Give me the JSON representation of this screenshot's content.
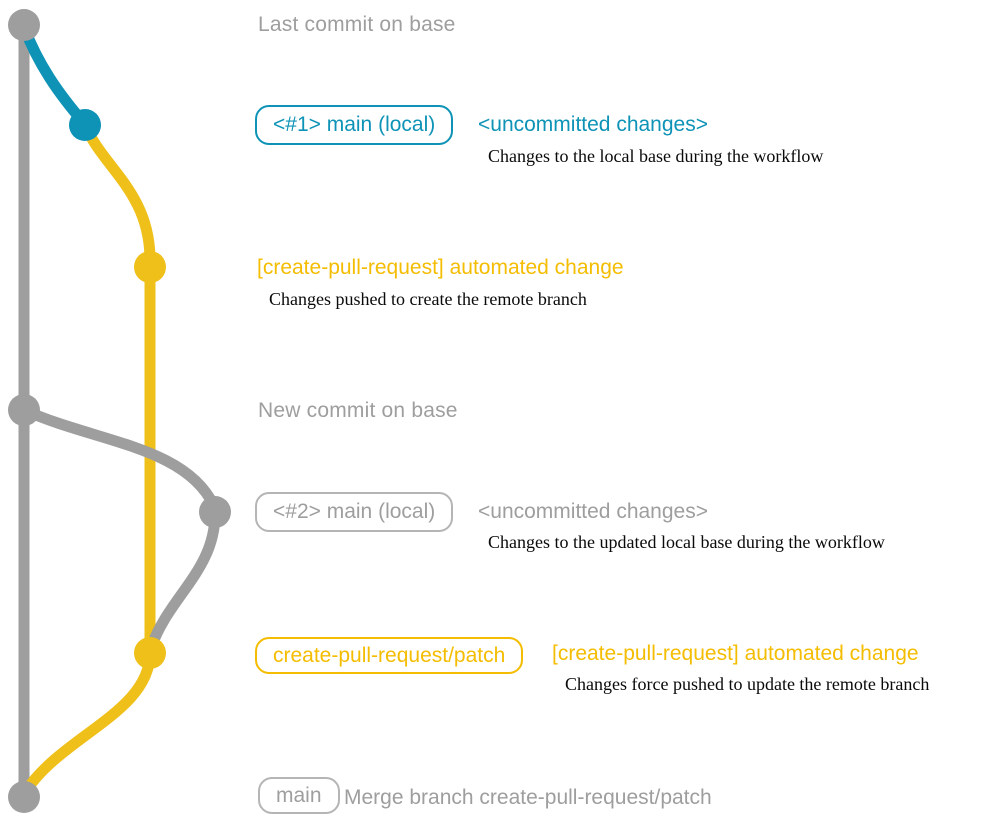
{
  "colors": {
    "gray": "#9e9e9e",
    "blue": "#0e93b7",
    "yellow": "#efc019",
    "yellow_text": "#f4bd02",
    "caption": "#0a0a0a",
    "badge_gray_border": "#b5b5b5"
  },
  "annotations": {
    "last_commit_label": "Last commit on base",
    "new_commit_label": "New commit on base",
    "row1": {
      "badge": "<#1> main (local)",
      "title": "<uncommitted changes>",
      "caption": "Changes to the local base during the workflow"
    },
    "row2": {
      "title": "[create-pull-request] automated change",
      "caption": "Changes pushed to create the remote branch"
    },
    "row3": {
      "badge": "<#2> main (local)",
      "title": "<uncommitted changes>",
      "caption": "Changes to the updated local base during the workflow"
    },
    "row4": {
      "badge": "create-pull-request/patch",
      "title": "[create-pull-request] automated change",
      "caption": "Changes force pushed to update the remote branch"
    },
    "row5": {
      "badge": "main",
      "title": "Merge branch create-pull-request/patch"
    }
  }
}
